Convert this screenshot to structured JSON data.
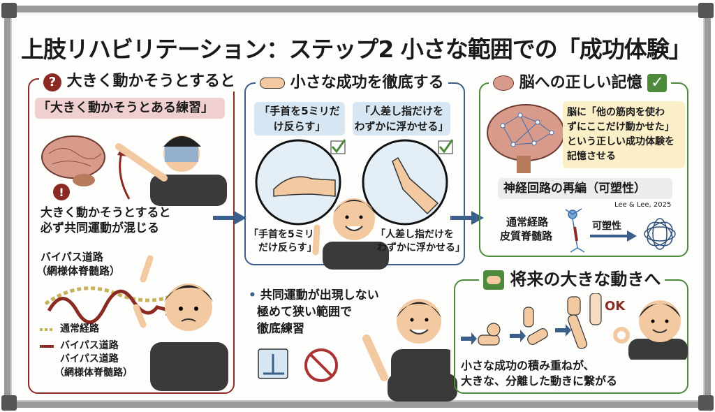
{
  "title": "上肢リハビリテーション：ステップ2 小さな範囲での「成功体験」",
  "left": {
    "heading": "大きく動かそうとすると",
    "subtitle": "「大きく動かそうとある練習」",
    "warning_l1": "大きく動かそうとすると",
    "warning_l2": "必ず共同運動が混じる",
    "bypass_l1": "バイパス道路",
    "bypass_l2": "（網様体脊髄路）",
    "legend": [
      {
        "label": "通常経路"
      },
      {
        "label": "バイパス道路"
      },
      {
        "label": "バイパス道路"
      },
      {
        "label": "（網様体脊髄路）"
      }
    ]
  },
  "middle": {
    "heading": "小さな成功を徹底する",
    "card1_l1": "「手首を5ミリだ",
    "card1_l2": "け反らす」",
    "card2_l1": "「人差し指だけを",
    "card2_l2": "わずかに浮かせる」",
    "cap1_l1": "「手首を5ミリ",
    "cap1_l2": "だけ反らす」",
    "cap2_l1": "「人差し指だけを",
    "cap2_l2": "わずかに浮かせる」",
    "bullet_l1": "共同運動が出現しない",
    "bullet_l2": "極めて狭い範囲で",
    "bullet_l3": "徹底練習"
  },
  "right_top": {
    "heading": "脳への正しい記憶",
    "note_l1": "脳に「他の筋肉を使わ",
    "note_l2": "ずにここだけ動かせた」",
    "note_l3": "という正しい成功体験を",
    "note_l4": "記憶させる",
    "sub": "神経回路の再編（可塑性）",
    "citation": "Lee & Lee, 2025",
    "path_l1": "通常経路",
    "path_l2": "皮質脊髄路",
    "arrow_label": "可塑性"
  },
  "right_bottom": {
    "heading": "将来の大きな動きへ",
    "ok": "OK",
    "text_l1": "小さな成功の積み重ねが、",
    "text_l2": "大きな、分離した動きに繋がる"
  },
  "colors": {
    "red": "#8b2a22",
    "blue": "#3b5f8a",
    "green": "#4e8a3c",
    "pink": "#efcfcf",
    "lightblue": "#d6e6f2",
    "yellow": "#fbefc8"
  }
}
